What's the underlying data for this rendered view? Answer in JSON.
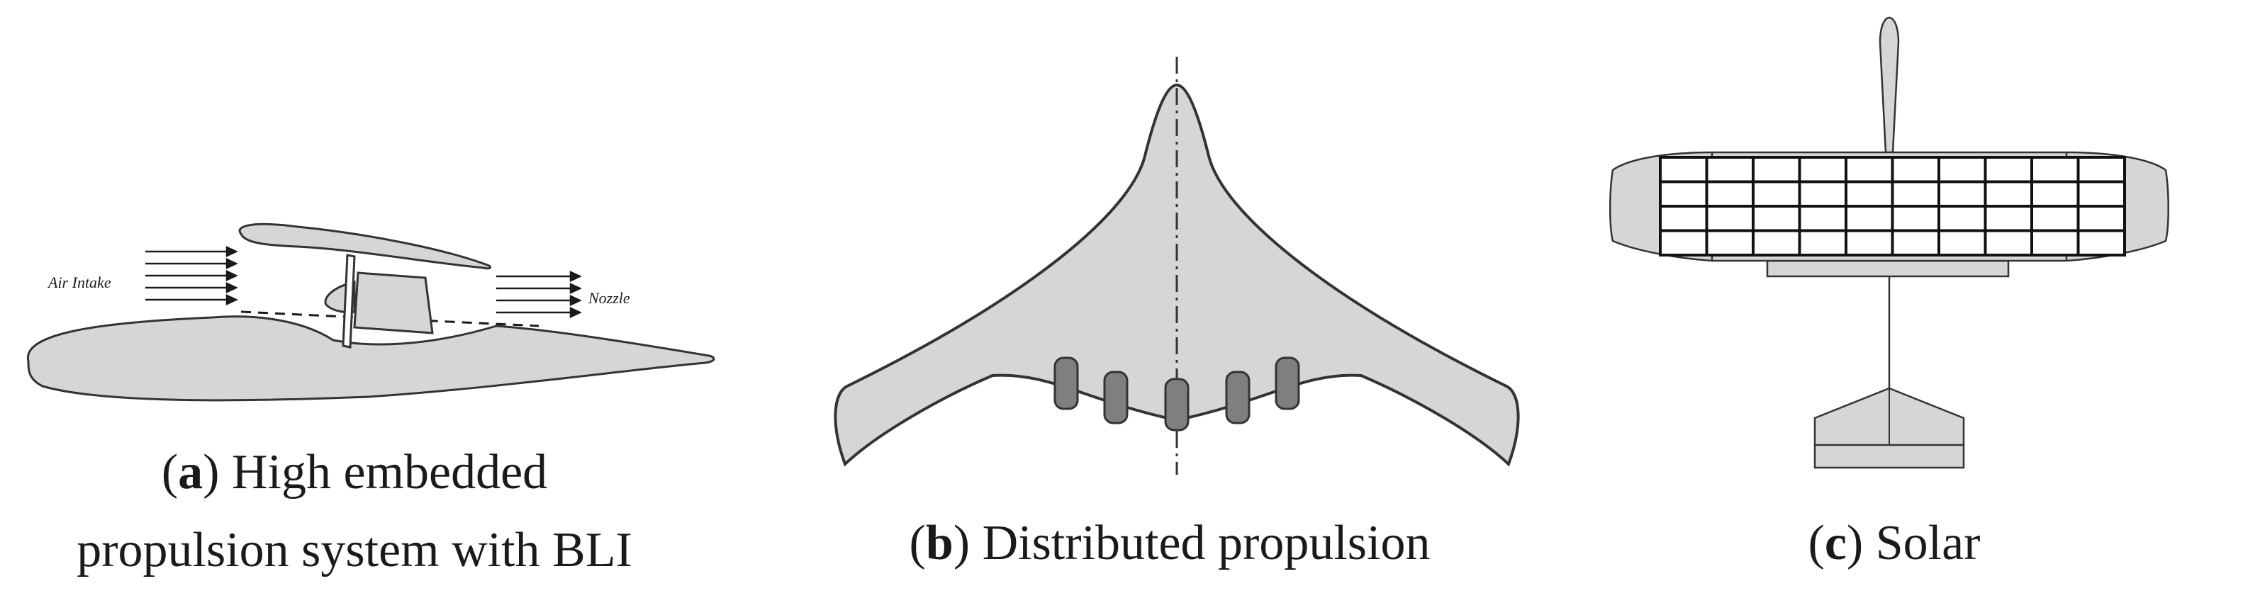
{
  "panels": [
    {
      "id": "a",
      "letter": "a",
      "caption_line1": "High embedded",
      "caption_line2": "propulsion system with BLI",
      "labels": {
        "intake": "Air Intake",
        "nozzle": "Nozzle"
      }
    },
    {
      "id": "b",
      "letter": "b",
      "caption_line1": "Distributed propulsion"
    },
    {
      "id": "c",
      "letter": "c",
      "caption_line1": "Solar"
    }
  ],
  "colors": {
    "fill": "#d6d6d6",
    "stroke": "#333333",
    "engine": "#7f7f7f"
  }
}
